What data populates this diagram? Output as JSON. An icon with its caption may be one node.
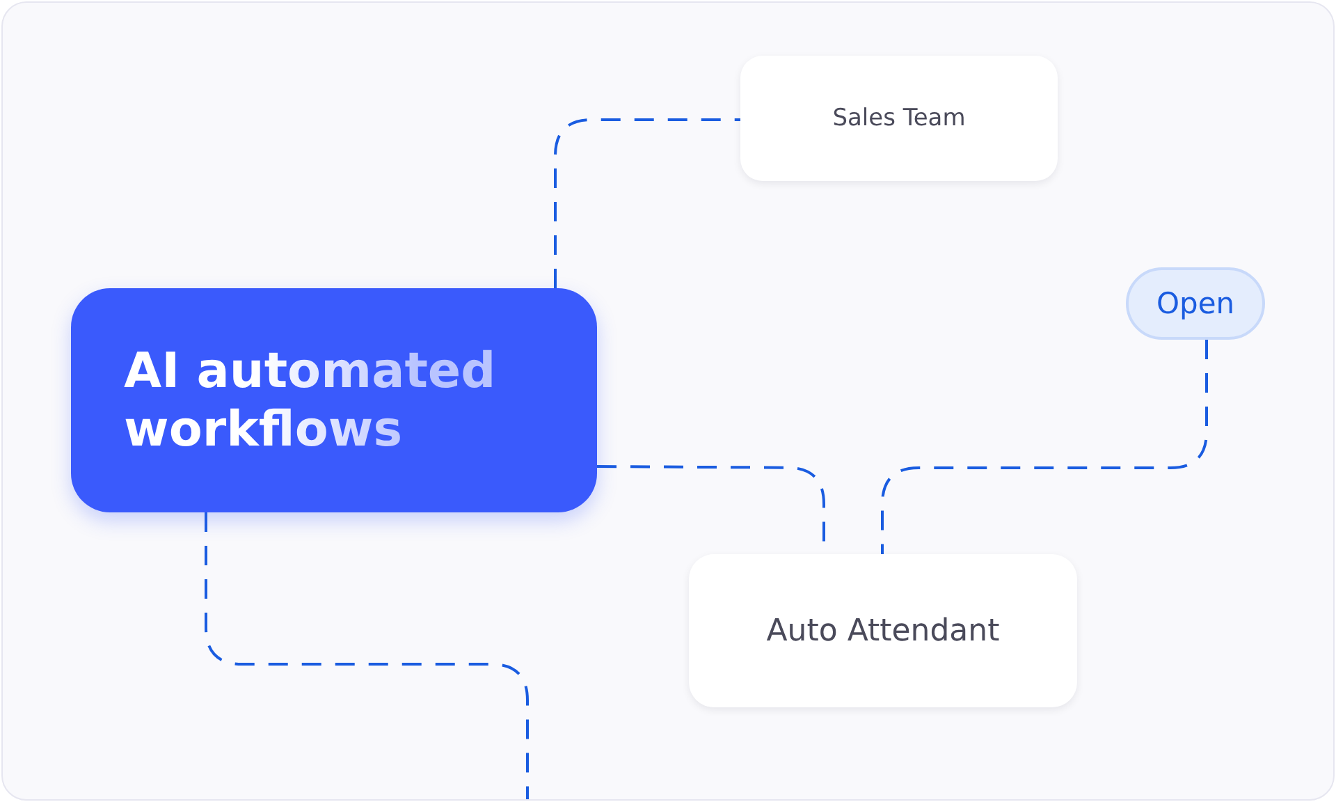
{
  "diagram": {
    "nodes": [
      {
        "text": [
          "AI automated workflows"
        ]
      },
      {
        "text": [
          "Sales Team"
        ]
      },
      {
        "text": [
          "Open"
        ]
      },
      {
        "text": [
          "Auto Attendant"
        ]
      }
    ],
    "edges": [
      {
        "from": 0,
        "to": 1,
        "arrow": "none"
      },
      {
        "from": 0,
        "to": 3,
        "arrow": "none"
      },
      {
        "from": 2,
        "to": 3,
        "arrow": "none"
      },
      {
        "from": 0,
        "to": null,
        "arrow": "none"
      }
    ]
  }
}
